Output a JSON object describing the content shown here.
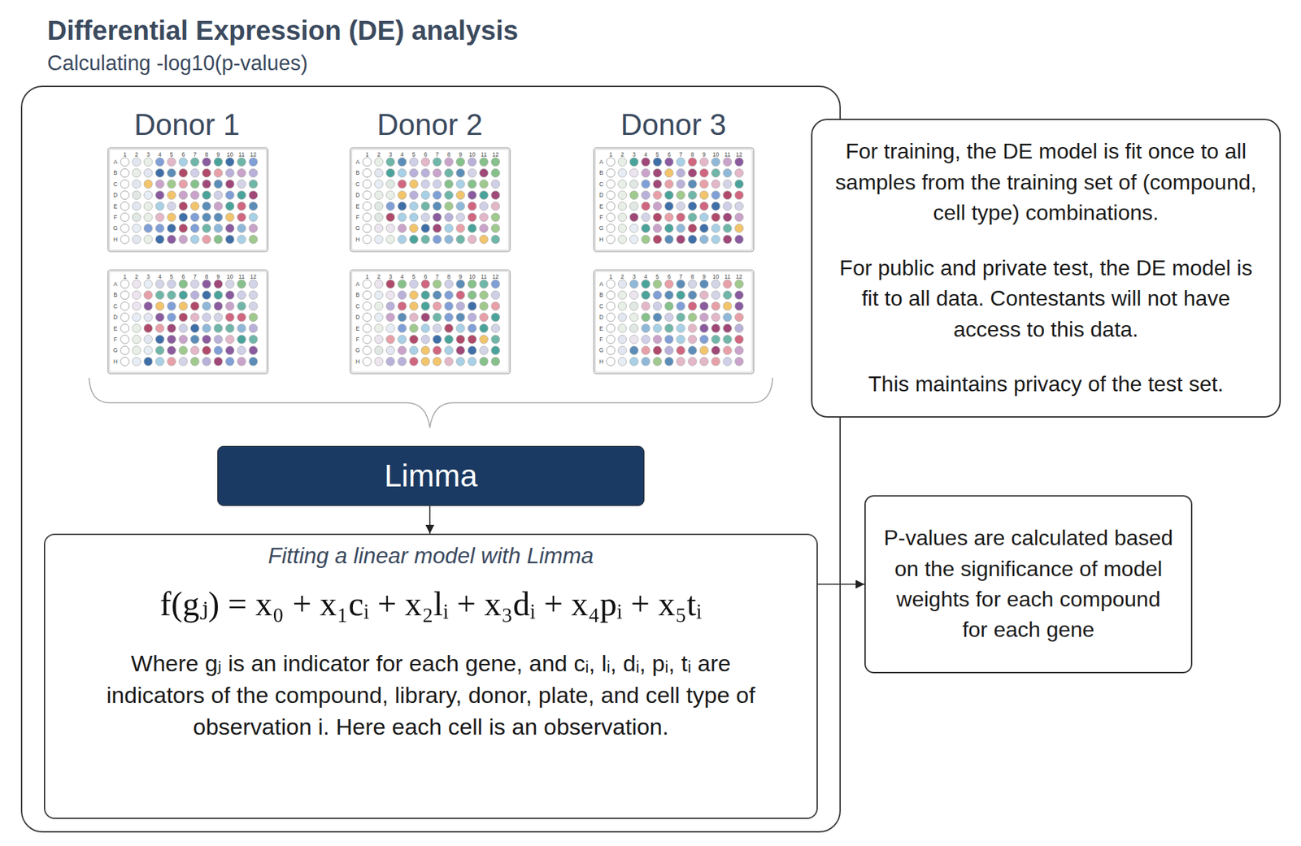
{
  "diagram": {
    "nodes": [
      {
        "text": [
          "Differential Expression (DE) analysis",
          "Calculating -log10(p-values)"
        ]
      },
      {
        "text": [
          "Limma"
        ],
        "in": 0
      },
      {
        "text": [
          "Fitting a linear model with Limma",
          "f(gⱼ) = x₀ + x₁cᵢ + x₂lᵢ + x₃dᵢ + x₄pᵢ + x₅tᵢ",
          "Where gⱼ is an indicator for each gene, and cᵢ, lᵢ, dᵢ, pᵢ, tᵢ are indicators of the compound, library, donor, plate, and cell type of observation i. Here each cell is an observation."
        ],
        "in": 0
      },
      {
        "text": [
          "For training, the DE model is fit once to all samples from the training set of (compound, cell type) combinations.",
          "For public and private test, the DE model is fit to all data. Contestants will not have access to this data.",
          "This maintains privacy of the test set."
        ]
      },
      {
        "text": [
          "P-values are calculated based on the significance of model weights for each compound for each gene"
        ]
      }
    ],
    "edges": [
      {
        "from": 1,
        "to": 2,
        "arrow": "to"
      },
      {
        "from": 2,
        "to": 4,
        "arrow": "to"
      }
    ],
    "labels": [
      "Donor 1",
      "Donor 2",
      "Donor 3",
      "1",
      "2",
      "3",
      "4",
      "5",
      "6",
      "7",
      "8",
      "9",
      "10",
      "11",
      "12",
      "A",
      "B",
      "C",
      "D",
      "E",
      "F",
      "G",
      "H",
      "1",
      "2",
      "3",
      "4",
      "5",
      "6",
      "7",
      "8",
      "9",
      "10",
      "11",
      "12",
      "A",
      "B",
      "C",
      "D",
      "E",
      "F",
      "G",
      "H",
      "1",
      "2",
      "3",
      "4",
      "5",
      "6",
      "7",
      "8",
      "9",
      "10",
      "11",
      "12",
      "A",
      "B",
      "C",
      "D",
      "E",
      "F",
      "G",
      "H",
      "1",
      "2",
      "3",
      "4",
      "5",
      "6",
      "7",
      "8",
      "9",
      "10",
      "11",
      "12",
      "A",
      "B",
      "C",
      "D",
      "E",
      "F",
      "G",
      "H",
      "1",
      "2",
      "3",
      "4",
      "5",
      "6",
      "7",
      "8",
      "9",
      "10",
      "11",
      "12",
      "A",
      "B",
      "C",
      "D",
      "E",
      "F",
      "G",
      "H",
      "1",
      "2",
      "3",
      "4",
      "5",
      "6",
      "7",
      "8",
      "9",
      "10",
      "11",
      "12",
      "A",
      "B",
      "C",
      "D",
      "E",
      "F",
      "G",
      "H"
    ]
  }
}
